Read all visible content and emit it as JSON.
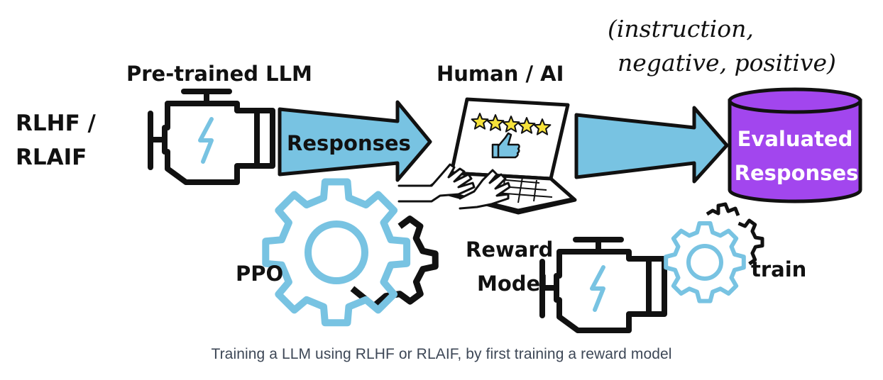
{
  "labels": {
    "rlhf_line1": "RLHF /",
    "rlhf_line2": "RLAIF",
    "pretrained": "Pre-trained LLM",
    "responses_arrow": "Responses",
    "human_ai": "Human / AI",
    "triplet_line1": "(instruction,",
    "triplet_line2": "negative, positive)",
    "evaluated_line1": "Evaluated",
    "evaluated_line2": "Responses",
    "ppo": "PPO",
    "reward_line1": "Reward",
    "reward_line2": "Model",
    "train": "train"
  },
  "caption": "Training a LLM using RLHF or RLAIF, by first training a reward model",
  "rating_stars": 5,
  "colors": {
    "arrow_fill": "#78c3e2",
    "gear_blue": "#78c3e2",
    "database_fill": "#a246ee",
    "star_fill": "#f6e23a",
    "outline": "#111111",
    "caption_text": "#3d4756"
  },
  "icons": [
    "engine-icon",
    "lightning-icon",
    "laptop-icon",
    "star-icon",
    "thumbs-up-icon",
    "typing-hands-icon",
    "gear-icon",
    "database-icon"
  ]
}
